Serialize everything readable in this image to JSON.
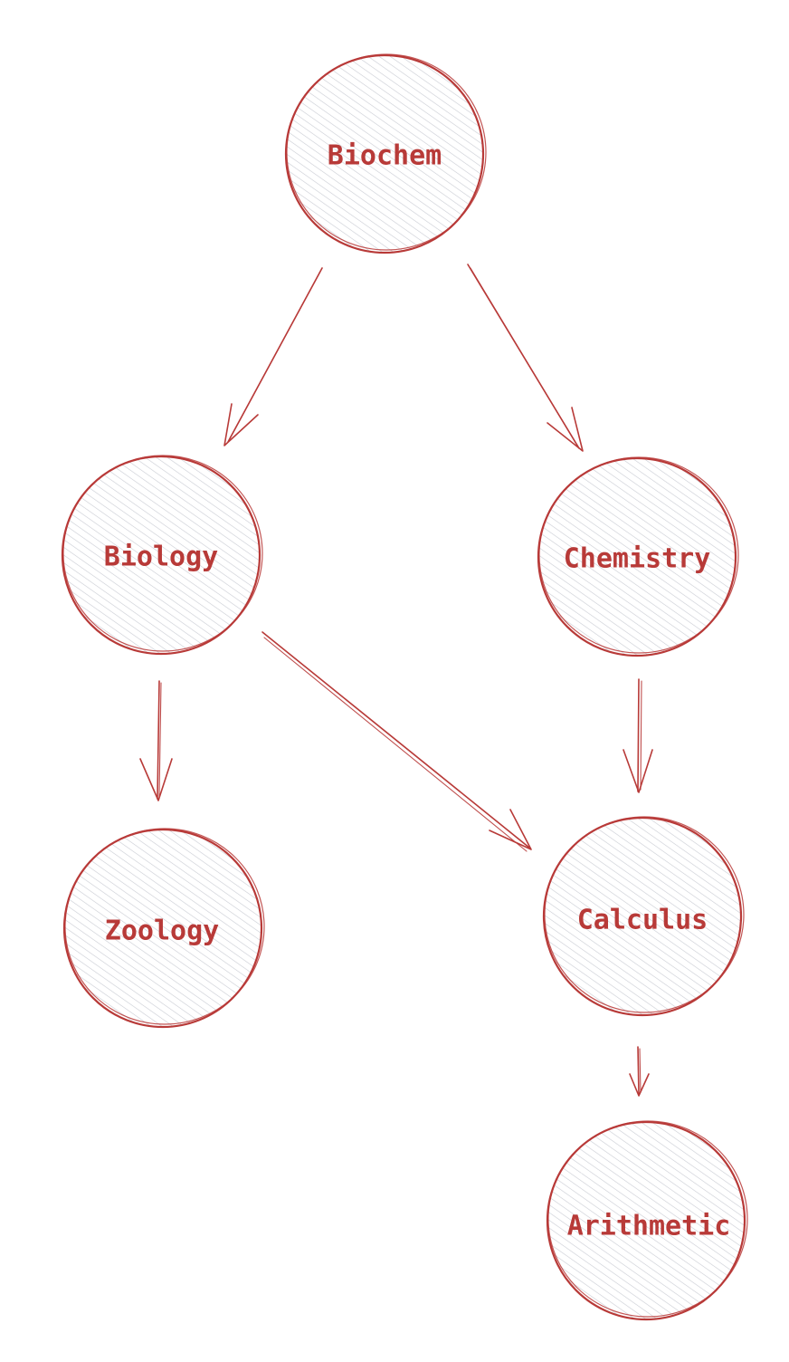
{
  "diagram": {
    "nodes": [
      {
        "id": "biochem",
        "label": "Biochem"
      },
      {
        "id": "biology",
        "label": "Biology"
      },
      {
        "id": "chemistry",
        "label": "Chemistry"
      },
      {
        "id": "zoology",
        "label": "Zoology"
      },
      {
        "id": "calculus",
        "label": "Calculus"
      },
      {
        "id": "arithmetic",
        "label": "Arithmetic"
      }
    ],
    "edges": [
      {
        "from": "biochem",
        "to": "biology"
      },
      {
        "from": "biochem",
        "to": "chemistry"
      },
      {
        "from": "biology",
        "to": "zoology"
      },
      {
        "from": "biology",
        "to": "calculus"
      },
      {
        "from": "chemistry",
        "to": "calculus"
      },
      {
        "from": "calculus",
        "to": "arithmetic"
      }
    ],
    "colors": {
      "stroke": "#b83a38",
      "hatch": "#c9ccd3"
    }
  }
}
